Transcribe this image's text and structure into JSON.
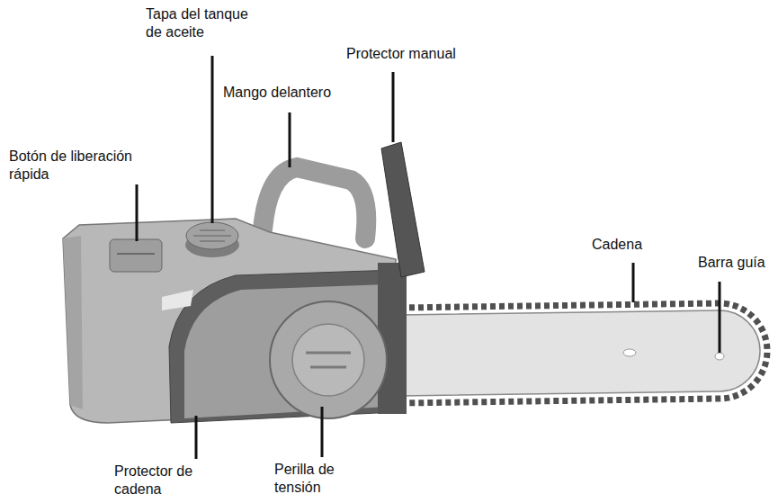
{
  "diagram": {
    "labels": [
      "Tapa del tanque de aceite",
      "Protector manual",
      "Mango delantero",
      "Botón de liberación rápida",
      "Cadena",
      "Barra guía",
      "Protector de cadena",
      "Perilla de tensión"
    ]
  }
}
